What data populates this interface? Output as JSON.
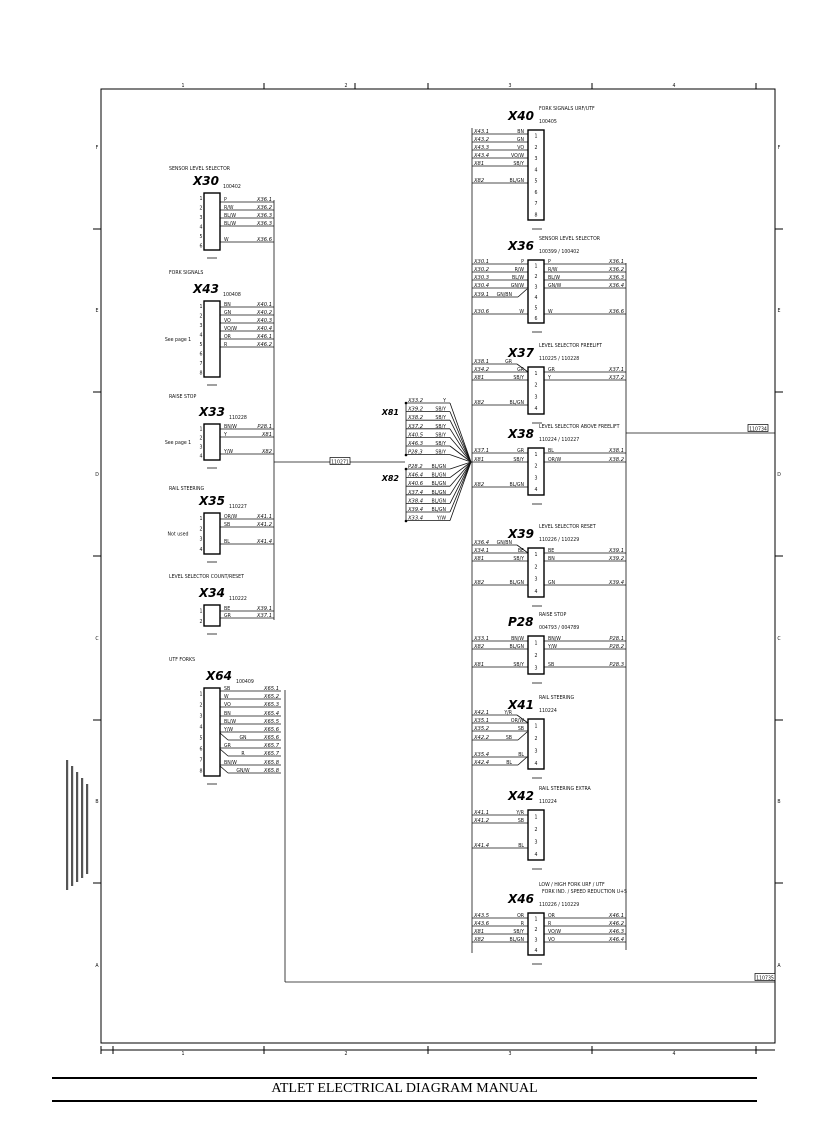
{
  "frame": {
    "columns": [
      "1",
      "2",
      "3",
      "4"
    ],
    "rows": [
      "F",
      "E",
      "D",
      "C",
      "B",
      "A"
    ],
    "references": {
      "bundle_ref": "110271",
      "right_ref_top": "110734",
      "right_ref_bottom": "110735"
    }
  },
  "footer": {
    "title": "ATLET ELECTRICAL DIAGRAM MANUAL"
  },
  "left_connectors": [
    {
      "id": "X30",
      "title": [
        "SENSOR LEVEL SELECTOR"
      ],
      "part": "100402",
      "pins": [
        "1",
        "2",
        "3",
        "4",
        "5",
        "6"
      ],
      "note": "",
      "wires": [
        {
          "color": "P",
          "to": "X36.1"
        },
        {
          "color": "R/W",
          "to": "X36.2"
        },
        {
          "color": "BL/W",
          "to": "X36.3"
        },
        {
          "color": "BL/W",
          "to": "X36.3"
        },
        {
          "color": "W",
          "to": "X36.6"
        }
      ]
    },
    {
      "id": "X43",
      "title": [
        "FORK SIGNALS"
      ],
      "part": "100408",
      "pins": [
        "1",
        "2",
        "3",
        "4",
        "5",
        "6",
        "7",
        "8"
      ],
      "note": "See page 1",
      "wires": [
        {
          "color": "BN",
          "to": "X40.1"
        },
        {
          "color": "GN",
          "to": "X40.2"
        },
        {
          "color": "VO",
          "to": "X40.3"
        },
        {
          "color": "VO/W",
          "to": "X40.4"
        },
        {
          "color": "OR",
          "to": "X46.1"
        },
        {
          "color": "R",
          "to": "X46.2"
        }
      ]
    },
    {
      "id": "X33",
      "title": [
        "RAISE STOP"
      ],
      "part": "110228",
      "pins": [
        "1",
        "2",
        "3",
        "4"
      ],
      "note": "See page 1",
      "wires": [
        {
          "color": "BN/W",
          "to": "P28.1"
        },
        {
          "color": "Y",
          "to": "X81"
        },
        {
          "color": "Y/W",
          "to": "X82"
        }
      ]
    },
    {
      "id": "X35",
      "title": [
        "RAIL STEERING"
      ],
      "part": "110227",
      "pins": [
        "1",
        "2",
        "3",
        "4"
      ],
      "note": "Not used",
      "wires": [
        {
          "color": "OR/W",
          "to": "X41.1"
        },
        {
          "color": "SB",
          "to": "X41.2"
        },
        {
          "color": "BL",
          "to": "X41.4"
        }
      ]
    },
    {
      "id": "X34",
      "title": [
        "LEVEL SELECTOR COUNT/RESET"
      ],
      "part": "110222",
      "pins": [
        "1",
        "2"
      ],
      "note": "",
      "wires": [
        {
          "color": "BE",
          "to": "X39.1"
        },
        {
          "color": "GR",
          "to": "X37.1"
        }
      ]
    },
    {
      "id": "X64",
      "title": [
        "UTF FORKS"
      ],
      "part": "100409",
      "pins": [
        "1",
        "2",
        "3",
        "4",
        "5",
        "6",
        "7",
        "8"
      ],
      "note": "",
      "wires": [
        {
          "color": "SB",
          "to": "X65.1"
        },
        {
          "color": "W",
          "to": "X65.2"
        },
        {
          "color": "VO",
          "to": "X65.3"
        },
        {
          "color": "BN",
          "to": "X65.4"
        },
        {
          "color": "BL/W",
          "to": "X65.5"
        },
        {
          "color": "Y/W",
          "to": "X65.6"
        },
        {
          "color": "GN",
          "to": "X65.6"
        },
        {
          "color": "GR",
          "to": "X65.7"
        },
        {
          "color": "R",
          "to": "X65.7"
        },
        {
          "color": "BN/W",
          "to": "X65.8"
        },
        {
          "color": "GN/W",
          "to": "X65.8"
        }
      ]
    }
  ],
  "bundles": [
    {
      "id": "X81",
      "wires": [
        {
          "from": "X33.2",
          "color": "Y"
        },
        {
          "from": "X39.2",
          "color": "SB/Y"
        },
        {
          "from": "X38.2",
          "color": "SB/Y"
        },
        {
          "from": "X37.2",
          "color": "SB/Y"
        },
        {
          "from": "X40.5",
          "color": "SB/Y"
        },
        {
          "from": "X46.3",
          "color": "SB/Y"
        },
        {
          "from": "P28.3",
          "color": "SB/Y"
        }
      ]
    },
    {
      "id": "X82",
      "wires": [
        {
          "from": "P28.2",
          "color": "BL/GN"
        },
        {
          "from": "X46.4",
          "color": "BL/GN"
        },
        {
          "from": "X40.6",
          "color": "BL/GN"
        },
        {
          "from": "X37.4",
          "color": "BL/GN"
        },
        {
          "from": "X38.4",
          "color": "BL/GN"
        },
        {
          "from": "X39.4",
          "color": "BL/GN"
        },
        {
          "from": "X33.4",
          "color": "Y/W"
        }
      ]
    }
  ],
  "right_connectors": [
    {
      "id": "X40",
      "title": [
        "FORK SIGNALS URF/UTF"
      ],
      "part": "100405",
      "pins": [
        "1",
        "2",
        "3",
        "4",
        "5",
        "6",
        "7",
        "8"
      ],
      "in": [
        {
          "from": "X43.1",
          "color": "BN"
        },
        {
          "from": "X43.2",
          "color": "GN"
        },
        {
          "from": "X43.3",
          "color": "VO"
        },
        {
          "from": "X43.4",
          "color": "VO/W"
        },
        {
          "from": "X81",
          "color": "SB/Y"
        },
        {
          "from": "X82",
          "color": "BL/GN"
        }
      ],
      "out": []
    },
    {
      "id": "X36",
      "title": [
        "SENSOR LEVEL SELECTOR"
      ],
      "part": "100399 / 100402",
      "pins": [
        "1",
        "2",
        "3",
        "4",
        "5",
        "6"
      ],
      "in": [
        {
          "from": "X30.1",
          "color": "P"
        },
        {
          "from": "X30.2",
          "color": "R/W"
        },
        {
          "from": "X30.3",
          "color": "BL/W"
        },
        {
          "from": "X30.4",
          "color": "GN/W"
        },
        {
          "from": "X39.1",
          "color": "GN/BN"
        },
        {
          "from": "X30.6",
          "color": "W"
        }
      ],
      "out": [
        {
          "color": "P",
          "to": "X36.1"
        },
        {
          "color": "R/W",
          "to": "X36.2"
        },
        {
          "color": "BL/W",
          "to": "X36.3"
        },
        {
          "color": "GN/W",
          "to": "X36.4"
        },
        {
          "color": "W",
          "to": "X36.6"
        }
      ]
    },
    {
      "id": "X37",
      "title": [
        "LEVEL SELECTOR FREELIFT"
      ],
      "part": "110225 / 110228",
      "pins": [
        "1",
        "2",
        "3",
        "4"
      ],
      "in": [
        {
          "from": "X38.1",
          "color": "GR"
        },
        {
          "from": "X34.2",
          "color": "GR"
        },
        {
          "from": "X81",
          "color": "SB/Y"
        },
        {
          "from": "X82",
          "color": "BL/GN"
        }
      ],
      "out": [
        {
          "color": "GR",
          "to": "X37.1"
        },
        {
          "color": "Y",
          "to": "X37.2"
        }
      ]
    },
    {
      "id": "X38",
      "title": [
        "LEVEL SELECTOR ABOVE FREELIFT"
      ],
      "part": "110224 / 110227",
      "pins": [
        "1",
        "2",
        "3",
        "4"
      ],
      "in": [
        {
          "from": "X37.1",
          "color": "GR"
        },
        {
          "from": "X81",
          "color": "SB/Y"
        },
        {
          "from": "X82",
          "color": "BL/GN"
        }
      ],
      "out": [
        {
          "color": "BL",
          "to": "X38.1"
        },
        {
          "color": "OR/W",
          "to": "X38.2"
        }
      ]
    },
    {
      "id": "X39",
      "title": [
        "LEVEL SELECTOR RESET"
      ],
      "part": "110226 / 110229",
      "pins": [
        "1",
        "2",
        "3",
        "4"
      ],
      "in": [
        {
          "from": "X36.4",
          "color": "GN/BN"
        },
        {
          "from": "X34.1",
          "color": "BE"
        },
        {
          "from": "X81",
          "color": "SB/Y"
        },
        {
          "from": "X82",
          "color": "BL/GN"
        }
      ],
      "out": [
        {
          "color": "BE",
          "to": "X39.1"
        },
        {
          "color": "BN",
          "to": "X39.2"
        },
        {
          "color": "GN",
          "to": "X39.4"
        }
      ]
    },
    {
      "id": "P28",
      "title": [
        "RAISE STOP"
      ],
      "part": "004793 / 004789",
      "pins": [
        "1",
        "2",
        "3"
      ],
      "in": [
        {
          "from": "X33.1",
          "color": "BN/W"
        },
        {
          "from": "X82",
          "color": "BL/GN"
        },
        {
          "from": "X81",
          "color": "SB/Y"
        }
      ],
      "out": [
        {
          "color": "BN/W",
          "to": "P28.1"
        },
        {
          "color": "Y/W",
          "to": "P28.2"
        },
        {
          "color": "SB",
          "to": "P28.3"
        }
      ]
    },
    {
      "id": "X41",
      "title": [
        "RAIL STEERING"
      ],
      "part": "110224",
      "pins": [
        "1",
        "2",
        "3",
        "4"
      ],
      "in": [
        {
          "from": "X42.1",
          "color": "Y/R"
        },
        {
          "from": "X35.1",
          "color": "OR/W"
        },
        {
          "from": "X35.2",
          "color": "SB"
        },
        {
          "from": "X42.2",
          "color": "SB"
        },
        {
          "from": "X35.4",
          "color": "BL"
        },
        {
          "from": "X42.4",
          "color": "BL"
        }
      ],
      "out": []
    },
    {
      "id": "X42",
      "title": [
        "RAIL STEERING EXTRA"
      ],
      "part": "110224",
      "pins": [
        "1",
        "2",
        "3",
        "4"
      ],
      "in": [
        {
          "from": "X41.1",
          "color": "Y/R"
        },
        {
          "from": "X41.2",
          "color": "SB"
        },
        {
          "from": "X41.4",
          "color": "BL"
        }
      ],
      "out": []
    },
    {
      "id": "X46",
      "title": [
        "LOW / HIGH FORK URF / UTF",
        "FORK IND. / SPEED REDUCTION U+S"
      ],
      "part": "110226 / 110229",
      "pins": [
        "1",
        "2",
        "3",
        "4"
      ],
      "in": [
        {
          "from": "X43.5",
          "color": "OR"
        },
        {
          "from": "X43.6",
          "color": "R"
        },
        {
          "from": "X81",
          "color": "SB/Y"
        },
        {
          "from": "X82",
          "color": "BL/GN"
        }
      ],
      "out": [
        {
          "color": "OR",
          "to": "X46.1"
        },
        {
          "color": "R",
          "to": "X46.2"
        },
        {
          "color": "VO/W",
          "to": "X46.3"
        },
        {
          "color": "VO",
          "to": "X46.4"
        }
      ]
    }
  ]
}
